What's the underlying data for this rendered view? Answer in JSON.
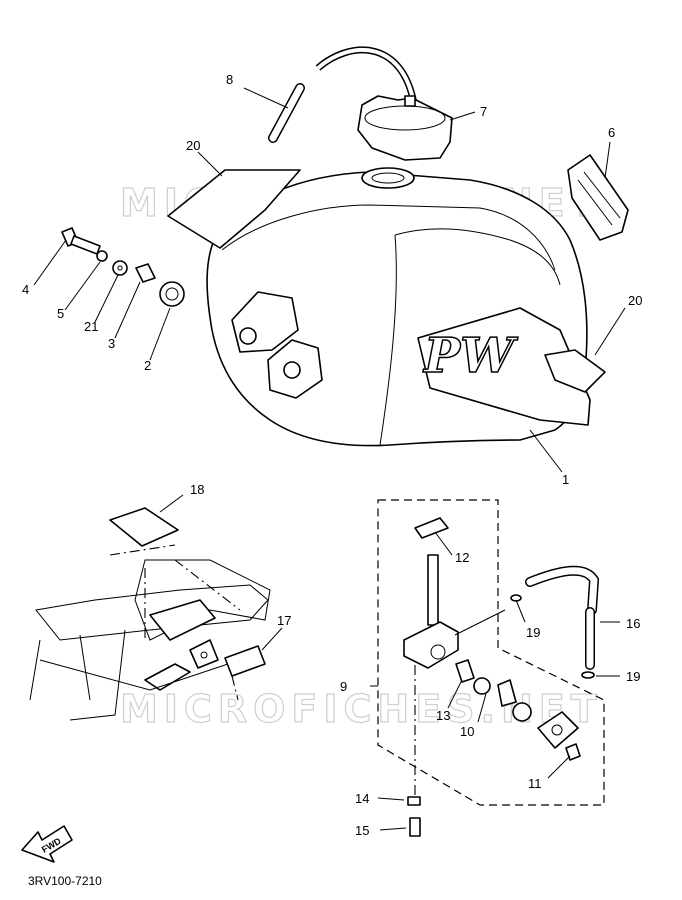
{
  "diagram_code": "3RV100-7210",
  "fwd_label": "FWD",
  "watermark_top": "MICROFICHES.NET",
  "watermark_bottom": "MICROFICHES.NET",
  "tank_logo": "PW",
  "callouts": {
    "c1": "1",
    "c2": "2",
    "c3": "3",
    "c4": "4",
    "c5": "5",
    "c6": "6",
    "c7": "7",
    "c8": "8",
    "c9": "9",
    "c10": "10",
    "c11": "11",
    "c12": "12",
    "c13": "13",
    "c14": "14",
    "c15": "15",
    "c16": "16",
    "c17": "17",
    "c18": "18",
    "c19a": "19",
    "c19b": "19",
    "c20a": "20",
    "c20b": "20",
    "c21": "21"
  }
}
